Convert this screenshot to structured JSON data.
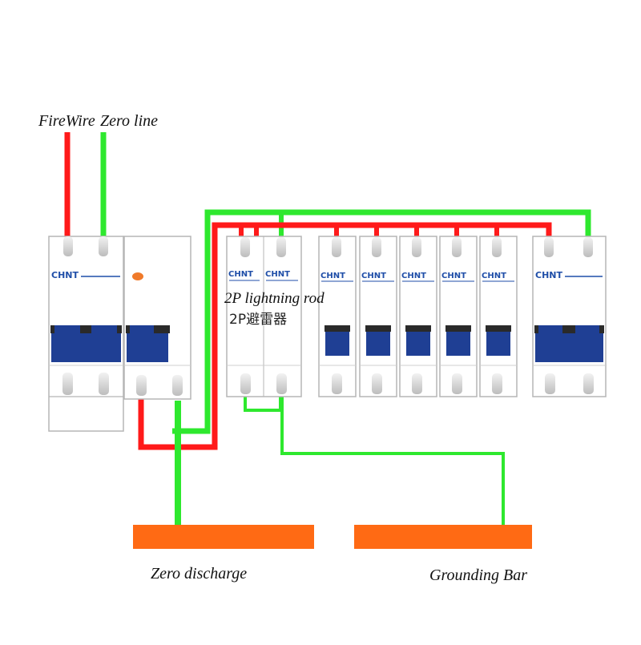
{
  "labels": {
    "firewire": "FireWire",
    "zero_line": "Zero line",
    "lightning_rod": "2P  lightning rod",
    "zero_discharge": "Zero discharge",
    "grounding_bar": "Grounding Bar"
  },
  "device": {
    "brand": "CHNT",
    "spd_label": "2P避雷器"
  },
  "colors": {
    "live": "#ff1a1a",
    "neutral": "#2ee82e",
    "bar": "#ff6a14",
    "handle": "#1f3f94",
    "brand": "#1f4ea8",
    "indicator": "#f07a2a"
  }
}
